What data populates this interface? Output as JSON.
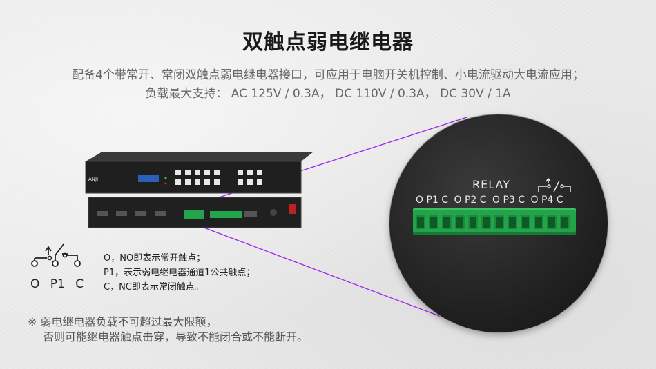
{
  "title": "双触点弱电继电器",
  "subtitle": {
    "line1": "配备4个带常开、常闭双触点弱电继电器接口，可应用于电脑开关机控制、小电流驱动大电流应用；",
    "line2_prefix": "负载最大支持：",
    "ac_symbol": "AC",
    "ac_rating": "125V / 0.3A，",
    "dc_symbol": "DC",
    "dc_rating1": "110V / 0.3A，",
    "dc_symbol2": "DC",
    "dc_rating2": "30V / 1A"
  },
  "device": {
    "brand": "ANJi"
  },
  "legend": {
    "labels": [
      "O",
      "P1",
      "C"
    ],
    "notes": [
      "O，NO即表示常开触点；",
      "P1，表示弱电继电器通道1公共触点；",
      "C，NC即表示常闭触点。"
    ]
  },
  "warning": {
    "line1": "※ 弱电继电器负载不可超过最大限额，",
    "line2": "否则可能继电器触点击穿，导致不能闭合或不能断开。"
  },
  "zoom": {
    "relay_label": "RELAY",
    "op_labels": [
      "O P1 C",
      "O P2 C",
      "O P3 C",
      "O P4 C"
    ]
  },
  "colors": {
    "callout_line": "#a020f0",
    "terminal_green": "#23a34a"
  }
}
